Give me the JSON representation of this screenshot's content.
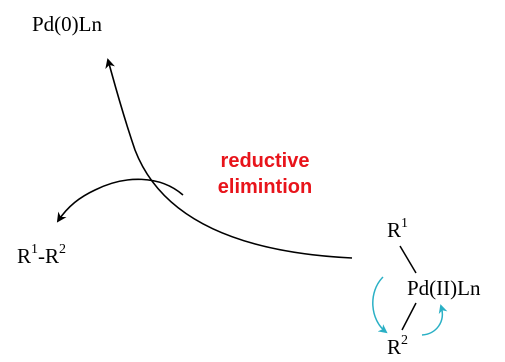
{
  "labels": {
    "pd0": "Pd(0)Ln",
    "product": {
      "r": "R",
      "sup1": "1",
      "dash": "-",
      "r2": "R",
      "sup2": "2"
    },
    "reaction_line1": "reductive",
    "reaction_line2": "elimintion",
    "complex": {
      "r1": "R",
      "r1_sup": "1",
      "pd": "Pd(II)Ln",
      "r2": "R",
      "r2_sup": "2"
    }
  },
  "colors": {
    "text": "#000000",
    "reaction_label": "#e8141b",
    "electron_arrow": "#2ab0c5",
    "arrow": "#000000"
  }
}
